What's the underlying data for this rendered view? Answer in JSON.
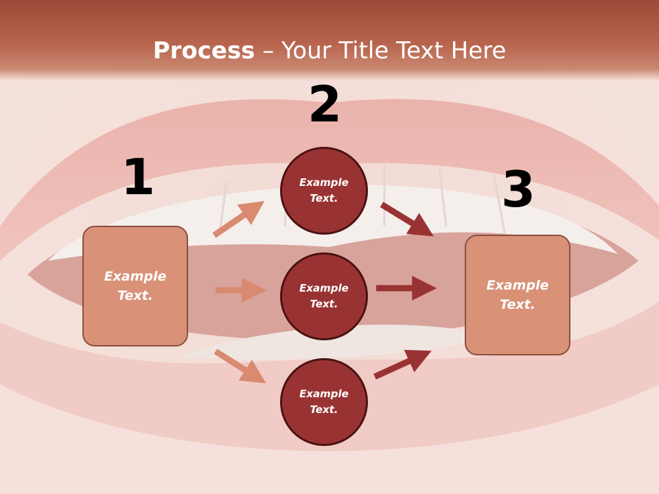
{
  "title": {
    "bold": "Process",
    "rest": " – Your Title Text Here"
  },
  "steps": {
    "one": "1",
    "two": "2",
    "three": "3"
  },
  "left_box": {
    "line1": "Example",
    "line2": "Text."
  },
  "right_box": {
    "line1": "Example",
    "line2": "Text."
  },
  "circles": [
    {
      "line1": "Example",
      "line2": "Text."
    },
    {
      "line1": "Example",
      "line2": "Text."
    },
    {
      "line1": "Example",
      "line2": "Text."
    }
  ],
  "colors": {
    "title_bar": "#b8654e",
    "box_fill": "#d99178",
    "circle_fill": "#993333",
    "arrow_light": "#d98a70",
    "arrow_dark": "#993333"
  }
}
